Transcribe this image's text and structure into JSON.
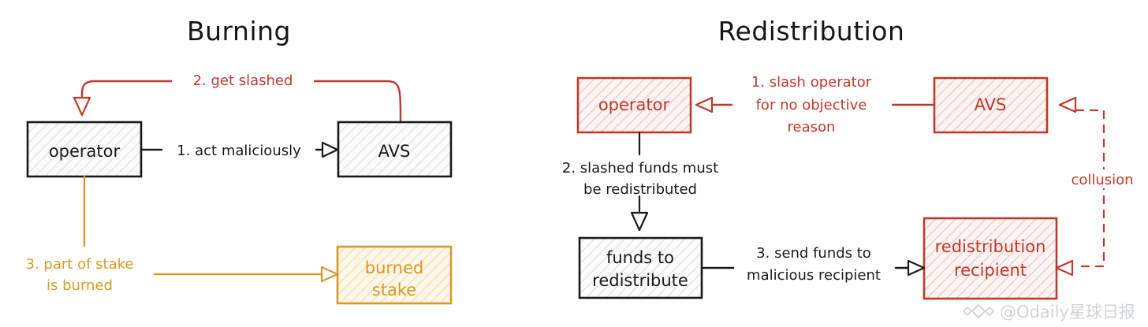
{
  "meta": {
    "background": "#ffffff",
    "colors": {
      "ink": "#1a1a1a",
      "red": "#c0392b",
      "amber": "#d79a26",
      "hatch_grey": "#e8e8e8",
      "hatch_red": "#f2c9c4",
      "hatch_amber": "#f3e2bd",
      "amber_fill": "#fdf6e4",
      "watermark": "#c9cdd2"
    }
  },
  "panels": [
    {
      "id": "burning",
      "title": "Burning",
      "nodes": [
        {
          "id": "op",
          "label": "operator",
          "style": "black"
        },
        {
          "id": "avs",
          "label": "AVS",
          "style": "black"
        },
        {
          "id": "burned",
          "label_line1": "burned",
          "label_line2": "stake",
          "style": "amber"
        }
      ],
      "edges": [
        {
          "id": "e1",
          "label": "1. act maliciously",
          "color": "black",
          "from": "operator",
          "to": "AVS"
        },
        {
          "id": "e2",
          "label": "2. get slashed",
          "color": "red",
          "from": "AVS",
          "to": "operator"
        },
        {
          "id": "e3",
          "label_line1": "3. part of stake",
          "label_line2": "is burned",
          "color": "amber",
          "from": "operator",
          "to": "burned stake"
        }
      ]
    },
    {
      "id": "redistribution",
      "title": "Redistribution",
      "nodes": [
        {
          "id": "op2",
          "label": "operator",
          "style": "red"
        },
        {
          "id": "avs2",
          "label": "AVS",
          "style": "red"
        },
        {
          "id": "funds",
          "label_line1": "funds to",
          "label_line2": "redistribute",
          "style": "black"
        },
        {
          "id": "recipient",
          "label_line1": "redistribution",
          "label_line2": "recipient",
          "style": "red"
        }
      ],
      "edges": [
        {
          "id": "r1",
          "label_line1": "1. slash operator",
          "label_line2": "for no objective",
          "label_line3": "reason",
          "color": "red",
          "from": "AVS",
          "to": "operator"
        },
        {
          "id": "r2",
          "label_line1": "2. slashed funds must",
          "label_line2": "be redistributed",
          "color": "black",
          "from": "operator",
          "to": "funds to redistribute"
        },
        {
          "id": "r3",
          "label_line1": "3. send funds to",
          "label_line2": "malicious recipient",
          "color": "black",
          "from": "funds to redistribute",
          "to": "redistribution recipient"
        },
        {
          "id": "r4",
          "label": "collusion",
          "color": "red",
          "style": "dashed",
          "from": "redistribution recipient",
          "to": "AVS"
        }
      ]
    }
  ],
  "watermark": {
    "handle": "@Odaily星球日报",
    "logo": "diamond-logo-icon"
  }
}
